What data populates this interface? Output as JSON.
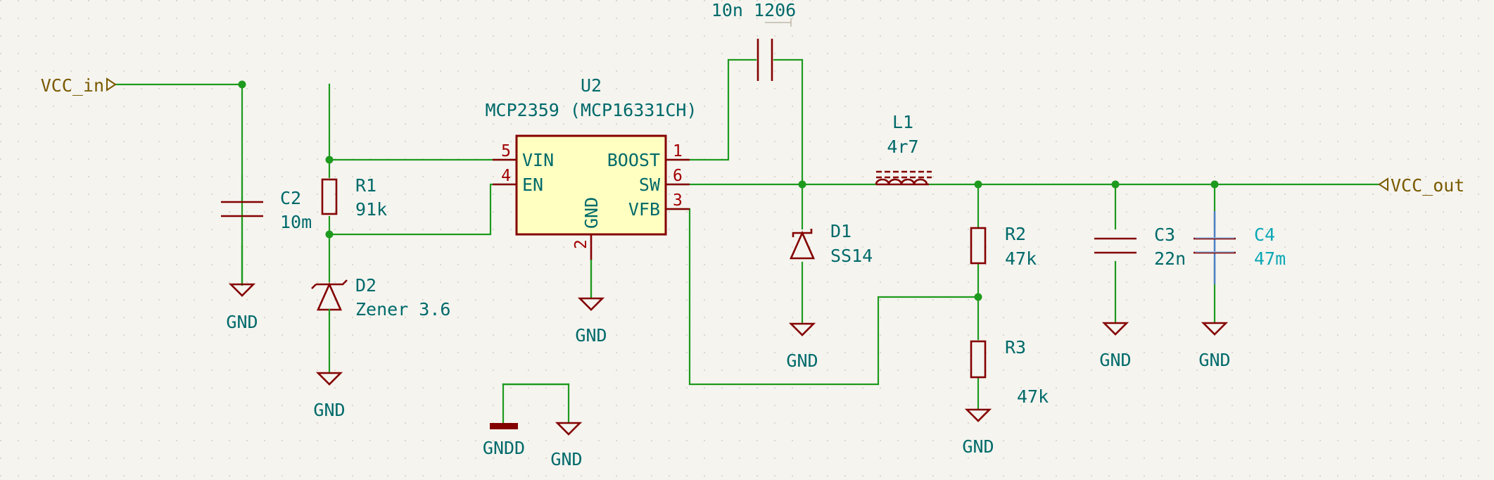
{
  "labels": {
    "vcc_in": "VCC_in",
    "vcc_out": "VCC_out"
  },
  "u2": {
    "ref": "U2",
    "value": "MCP2359 (MCP16331CH)",
    "pins": {
      "vin": "VIN",
      "en": "EN",
      "gnd": "GND",
      "boost": "BOOST",
      "sw": "SW",
      "vfb": "VFB"
    },
    "pin_numbers": {
      "vin": "5",
      "en": "4",
      "gnd": "2",
      "boost": "1",
      "sw": "6",
      "vfb": "3"
    }
  },
  "components": {
    "c2": {
      "ref": "C2",
      "value": "10m"
    },
    "r1": {
      "ref": "R1",
      "value": "91k"
    },
    "d2": {
      "ref": "D2",
      "value": "Zener 3.6"
    },
    "c_boot": {
      "value": "10n 1206"
    },
    "l1": {
      "ref": "L1",
      "value": "4r7"
    },
    "d1": {
      "ref": "D1",
      "value": "SS14"
    },
    "r2": {
      "ref": "R2",
      "value": "47k"
    },
    "r3": {
      "ref": "R3",
      "value": "47k"
    },
    "c3": {
      "ref": "C3",
      "value": "22n"
    },
    "c4": {
      "ref": "C4",
      "value": "47m"
    }
  },
  "power": {
    "gnd": "GND",
    "gndd": "GNDD"
  },
  "colors": {
    "background": "#f5f4ef",
    "wire": "#1e9a1e",
    "component": "#840000",
    "text": "#006a6a",
    "label": "#7a5a00",
    "selected": "#0aa7b5",
    "body_fill": "#ffffc2"
  }
}
